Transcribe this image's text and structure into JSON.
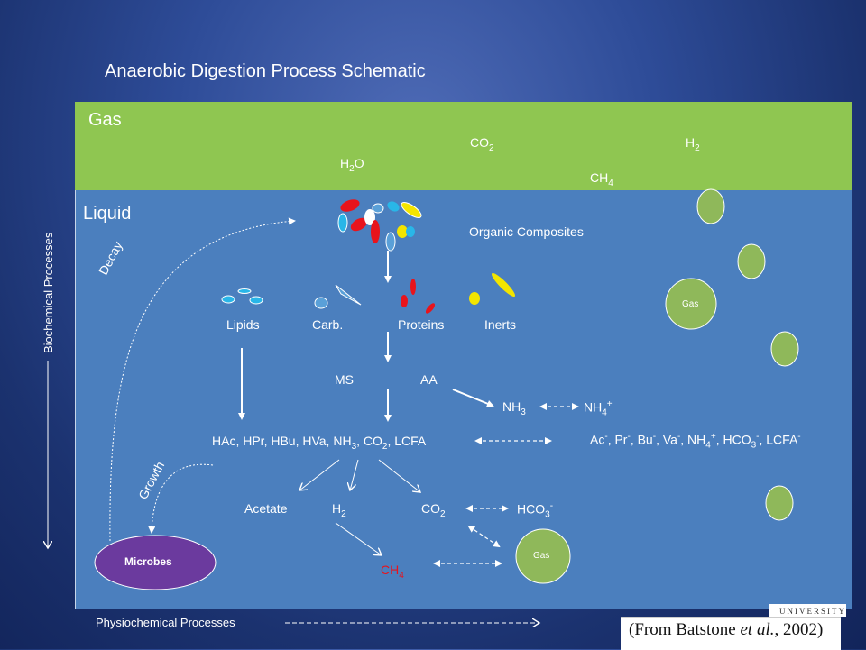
{
  "title": "Anaerobic Digestion Process Schematic",
  "gas_phase": {
    "label": "Gas",
    "co2": "CO",
    "co2_sub": "2",
    "h2": "H",
    "h2_sub": "2",
    "h2o": "H",
    "h2o_sub": "2",
    "h2o_tail": "O",
    "ch4": "CH",
    "ch4_sub": "4"
  },
  "liquid_phase": {
    "label": "Liquid",
    "organic_composites": "Organic Composites",
    "lipids": "Lipids",
    "carb": "Carb.",
    "proteins": "Proteins",
    "inerts": "Inerts",
    "ms": "MS",
    "aa": "AA",
    "nh3": "NH",
    "nh3_sub": "3",
    "nh4": "NH",
    "nh4_sub": "4",
    "nh4_sup": "+",
    "vfa_row": "HAc, HPr, HBu, HVa, NH",
    "vfa_sub1": "3",
    "vfa_mid": ", CO",
    "vfa_sub2": "2",
    "vfa_tail": ", LCFA",
    "ions_ac": "Ac",
    "ions_pr": ", Pr",
    "ions_bu": ", Bu",
    "ions_va": ", Va",
    "ions_nh4": ", NH",
    "ions_nh4_sub": "4",
    "ions_nh4_sup": "+",
    "ions_hco3": ", HCO",
    "ions_hco3_sub": "3",
    "ions_hco3_sup": "-",
    "ions_lcfa": ", LCFA",
    "ions_minus": "-",
    "acetate": "Acetate",
    "h2": "H",
    "h2_sub": "2",
    "co2": "CO",
    "co2_sub": "2",
    "hco3": "HCO",
    "hco3_sub": "3",
    "hco3_sup": "-",
    "ch4": "CH",
    "ch4_sub": "4",
    "gas_bubble_1": "Gas",
    "gas_bubble_2": "Gas",
    "microbes": "Microbes",
    "decay": "Decay",
    "growth": "Growth"
  },
  "axes": {
    "biochemical": "Biochemical Processes",
    "physiochemical": "Physiochemical Processes"
  },
  "source": "(From Batstone et al., 2002)",
  "source_plain": "(From Batstone ",
  "source_italic": "et al.",
  "source_end": ", 2002)",
  "logo_text": "UNIVERSITY",
  "colors": {
    "gas_phase": "#8fc651",
    "liquid_phase": "#4b7fbe",
    "bubble": "#8fb85a",
    "microbes": "#6b3a9e",
    "ch4_red": "#e8141c"
  }
}
